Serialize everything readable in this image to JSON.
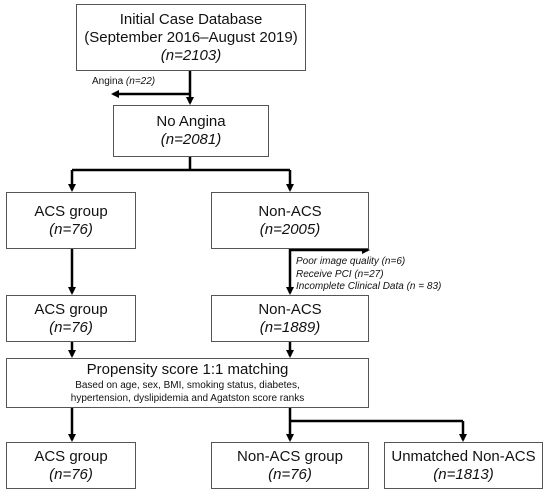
{
  "initial": {
    "title": "Initial Case Database",
    "period": "(September 2016–August 2019)",
    "n": "(n=2103)"
  },
  "angina_excluded": {
    "label": "Angina",
    "n": "(n=22)"
  },
  "no_angina": {
    "title": "No Angina",
    "n": "(n=2081)"
  },
  "acs_group_1": {
    "title": "ACS group",
    "n": "(n=76)"
  },
  "non_acs_1": {
    "title": "Non-ACS",
    "n": "(n=2005)"
  },
  "exclusions": [
    "Poor image quality (n=6)",
    "Receive PCI (n=27)",
    "Incomplete Clinical Data (n = 83)"
  ],
  "acs_group_2": {
    "title": "ACS group",
    "n": "(n=76)"
  },
  "non_acs_2": {
    "title": "Non-ACS",
    "n": "(n=1889)"
  },
  "matching": {
    "title": "Propensity score 1:1 matching",
    "line1": "Based on age, sex, BMI, smoking status, diabetes,",
    "line2": "hypertension, dyslipidemia  and Agatston score ranks"
  },
  "acs_group_3": {
    "title": "ACS group",
    "n": "(n=76)"
  },
  "non_acs_group_3": {
    "title": "Non-ACS group",
    "n": "(n=76)"
  },
  "unmatched": {
    "title": "Unmatched Non-ACS",
    "n": "(n=1813)"
  }
}
